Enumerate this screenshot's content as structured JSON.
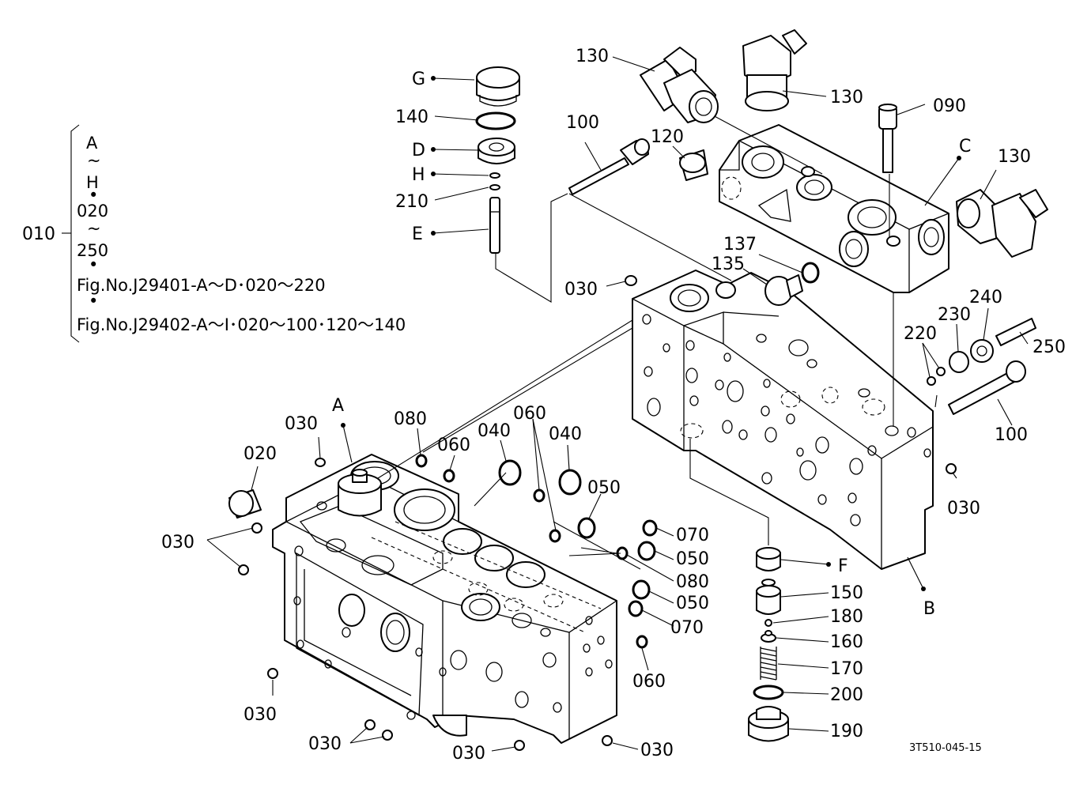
{
  "note": {
    "ref": "010",
    "lines": [
      "A",
      "~",
      "H",
      "•",
      "020",
      "~",
      "250",
      "•",
      "Fig.No.J29401-A～D･020～220",
      "•",
      "Fig.No.J29402-A～I･020～100･120～140"
    ]
  },
  "drawing_id": "3T510-045-15",
  "callouts": {
    "G": "G",
    "140": "140",
    "D": "D",
    "H": "H",
    "210": "210",
    "E": "E",
    "100_top": "100",
    "120": "120",
    "130_a": "130",
    "130_b": "130",
    "130_c": "130",
    "090": "090",
    "C": "C",
    "137": "137",
    "135": "135",
    "030_mid": "030",
    "220": "220",
    "230": "230",
    "240": "240",
    "250": "250",
    "100_right": "100",
    "030_right": "030",
    "030_a": "030",
    "A": "A",
    "080_a": "080",
    "060_a": "060",
    "040_a": "040",
    "060_b": "060",
    "040_b": "040",
    "050_a": "050",
    "020": "020",
    "030_left": "030",
    "070_a": "070",
    "050_b": "050",
    "080_b": "080",
    "050_c": "050",
    "070_b": "070",
    "060_c": "060",
    "F": "F",
    "150": "150",
    "180": "180",
    "160": "160",
    "170": "170",
    "200": "200",
    "190": "190",
    "B": "B",
    "030_bl": "030",
    "030_bl2": "030",
    "030_bc": "030",
    "030_br": "030"
  }
}
